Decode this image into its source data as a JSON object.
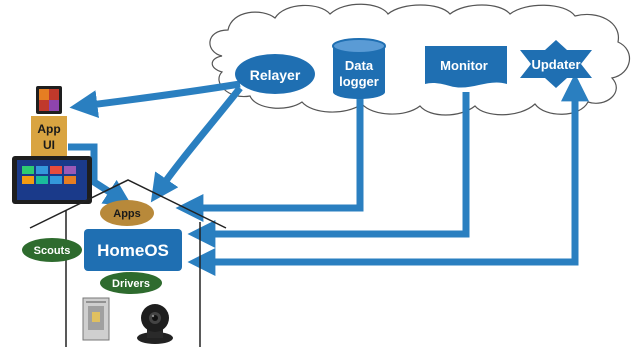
{
  "cloud": {
    "relayer": "Relayer",
    "data_logger_line1": "Data",
    "data_logger_line2": "logger",
    "monitor": "Monitor",
    "updater": "Updater"
  },
  "devices": {
    "app_ui_line1": "App",
    "app_ui_line2": "UI"
  },
  "house": {
    "apps": "Apps",
    "homeos": "HomeOS",
    "scouts": "Scouts",
    "drivers": "Drivers"
  },
  "colors": {
    "blue": "#1f6fb2",
    "arrow_blue": "#2a7fc0",
    "green": "#2e6b2e",
    "tan": "#b8893a",
    "app_ui_bg": "#d9a441"
  }
}
